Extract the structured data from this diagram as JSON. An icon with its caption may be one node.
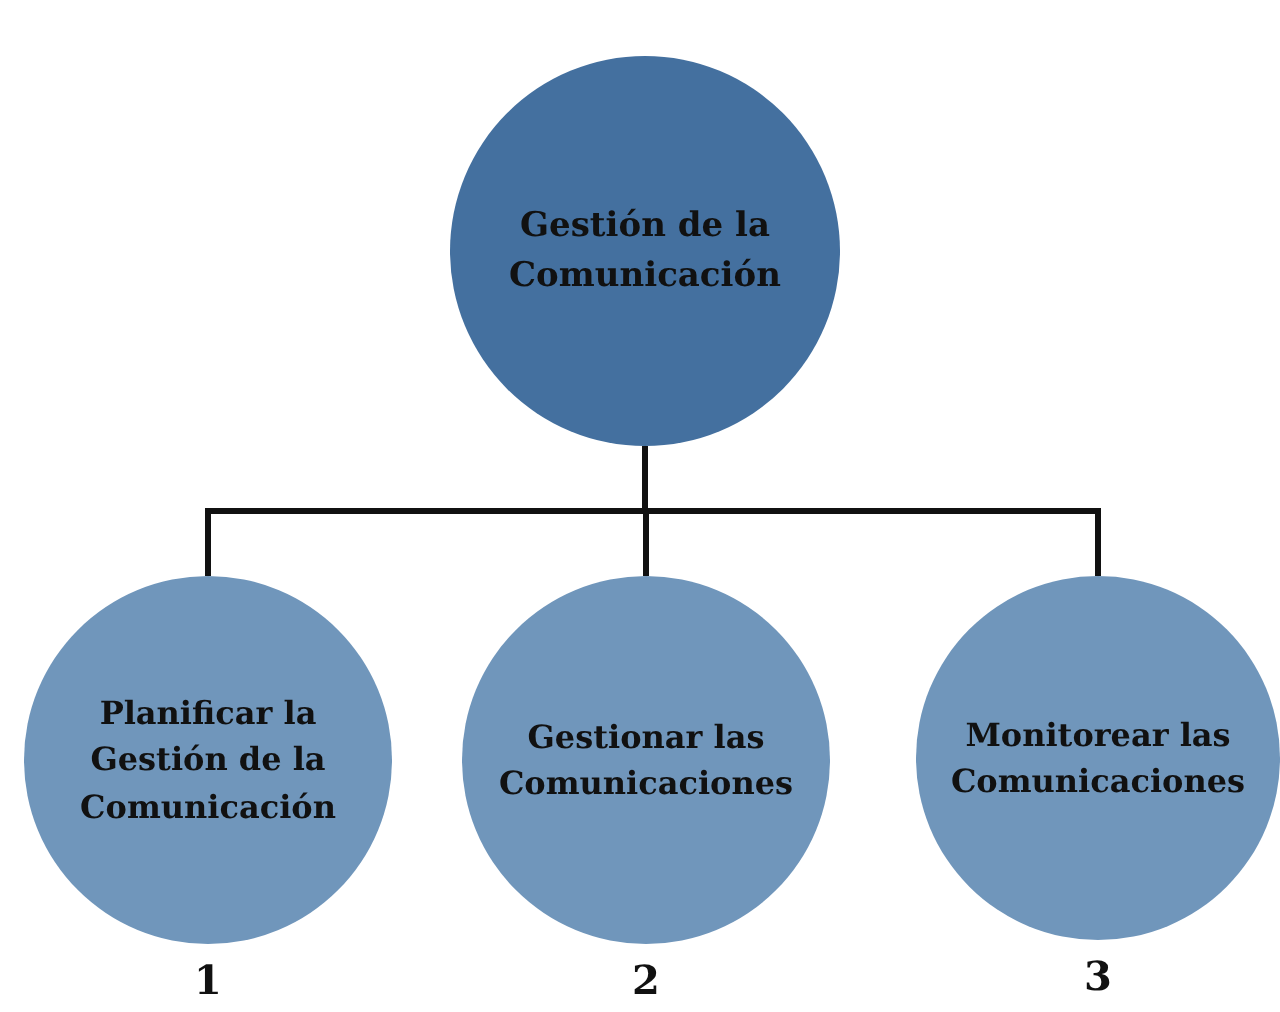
{
  "diagram": {
    "nodes": [
      {
        "text": [
          "Gestión de la Comunicación"
        ]
      },
      {
        "text": [
          "Planificar la Gestión de la Comunicación"
        ],
        "beside": [
          "1"
        ]
      },
      {
        "text": [
          "Gestionar las Comunicaciones"
        ],
        "beside": [
          "2"
        ]
      },
      {
        "text": [
          "Monitorear las Comunicaciones"
        ],
        "beside": [
          "3"
        ]
      }
    ],
    "edges": [
      {
        "from": 0,
        "to": 1,
        "arrow": "none"
      },
      {
        "from": 0,
        "to": 2,
        "arrow": "none"
      },
      {
        "from": 0,
        "to": 3,
        "arrow": "none"
      }
    ]
  }
}
